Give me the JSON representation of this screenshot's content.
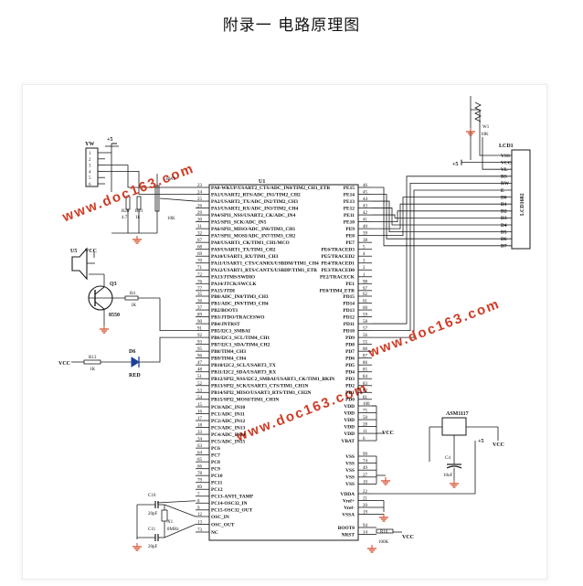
{
  "title": "附录一  电路原理图",
  "watermark": "www.doc163.com",
  "colors": {
    "wire": "#1a1a1a",
    "ground": "#d0421f",
    "diode": "#1b3f9a",
    "watermark": "#cf3b24",
    "led_body": "#1b3f9a"
  },
  "mcu": {
    "ref": "U1",
    "left_pins": [
      {
        "num": "23",
        "name": "PA0-WKUP/USART2_CTS/ADC_IN0/TIM2_CH1_ETR"
      },
      {
        "num": "24",
        "name": "PA1/USART2_RTS/ADC_IN1/TIM2_CH2"
      },
      {
        "num": "25",
        "name": "PA2/USART2_TX/ADC_IN2/TIM2_CH3"
      },
      {
        "num": "26",
        "name": "PA3/USART2_RX/ADC_IN3/TIM2_CH4"
      },
      {
        "num": "29",
        "name": "PA4/SPI1_NSS/USART2_CK/ADC_IN4"
      },
      {
        "num": "30",
        "name": "PA5/SPI1_SCK/ADC_IN5"
      },
      {
        "num": "31",
        "name": "PA6/SPI1_MISO/ADC_IN6/TIM3_CH1"
      },
      {
        "num": "32",
        "name": "PA7/SPI1_MOSI/ADC_IN7/TIM3_CH2"
      },
      {
        "num": "67",
        "name": "PA8/USART1_CK/TIM1_CH1/MCO"
      },
      {
        "num": "68",
        "name": "PA9/USART1_TX/TIM1_CH2"
      },
      {
        "num": "69",
        "name": "PA10/USART1_RX/TIM1_CH3"
      },
      {
        "num": "70",
        "name": "PA11/USART1_CTS/CANRX/USBDM/TIM1_CH4"
      },
      {
        "num": "71",
        "name": "PA12/USART1_RTS/CANTX/USBDP/TIM1_ETR"
      },
      {
        "num": "72",
        "name": "PA13/JTMS/SWDIO"
      },
      {
        "num": "76",
        "name": "PA14/JTCK/SWCLK"
      },
      {
        "num": "77",
        "name": "PA15/JTDI"
      },
      {
        "num": "35",
        "name": "PB0/ADC_IN8/TIM3_CH3"
      },
      {
        "num": "36",
        "name": "PB1/ADC_IN9/TIM3_CH4"
      },
      {
        "num": "37",
        "name": "PB2/BOOT1"
      },
      {
        "num": "89",
        "name": "PB3/JTDO/TRACESWO"
      },
      {
        "num": "90",
        "name": "PB4/JNTRST"
      },
      {
        "num": "91",
        "name": "PB5/I2C1_SMBAI"
      },
      {
        "num": "92",
        "name": "PB6/I2C1_SCL/TIM4_CH1"
      },
      {
        "num": "93",
        "name": "PB7/I2C1_SDA/TIM4_CH2"
      },
      {
        "num": "95",
        "name": "PB8/TIM4_CH3"
      },
      {
        "num": "96",
        "name": "PB9/TIM4_CH4"
      },
      {
        "num": "47",
        "name": "PB10/I2C2_SCL/USART3_TX"
      },
      {
        "num": "48",
        "name": "PB11/I2C2_SDA/USART3_RX"
      },
      {
        "num": "51",
        "name": "PB12/SPI2_NSS/I2C2_SMBAI/USART3_CK/TIM1_BKIN"
      },
      {
        "num": "52",
        "name": "PB13/SPI2_SCK/USART3_CTS/TIM1_CH1N"
      },
      {
        "num": "53",
        "name": "PB14/SPI2_MISO/USART3_RTS/TIM1_CH2N"
      },
      {
        "num": "54",
        "name": "PB15/SPI2_MOSI/TIM1_CH3N"
      },
      {
        "num": "15",
        "name": "PC0/ADC_IN10"
      },
      {
        "num": "16",
        "name": "PC1/ADC_IN11"
      },
      {
        "num": "17",
        "name": "PC2/ADC_IN12"
      },
      {
        "num": "18",
        "name": "PC3/ADC_IN13"
      },
      {
        "num": "33",
        "name": "PC4/ADC_IN14"
      },
      {
        "num": "34",
        "name": "PC5/ADC_IN15"
      },
      {
        "num": "63",
        "name": "PC6"
      },
      {
        "num": "64",
        "name": "PC7"
      },
      {
        "num": "65",
        "name": "PC8"
      },
      {
        "num": "66",
        "name": "PC9"
      },
      {
        "num": "78",
        "name": "PC10"
      },
      {
        "num": "79",
        "name": "PC11"
      },
      {
        "num": "80",
        "name": "PC12"
      },
      {
        "num": "7",
        "name": "PC13-ANTI_TAMP"
      },
      {
        "num": "8",
        "name": "PC14-OSC32_IN"
      },
      {
        "num": "9",
        "name": "PC15-OSC32_OUT"
      },
      {
        "num": "12",
        "name": "OSC_IN"
      },
      {
        "num": "13",
        "name": "OSC_OUT"
      },
      {
        "num": "73",
        "name": "NC"
      }
    ],
    "right_pins": [
      {
        "num": "46",
        "name": "PE15"
      },
      {
        "num": "45",
        "name": "PE14"
      },
      {
        "num": "44",
        "name": "PE13"
      },
      {
        "num": "43",
        "name": "PE12"
      },
      {
        "num": "42",
        "name": "PE11"
      },
      {
        "num": "41",
        "name": "PE10"
      },
      {
        "num": "40",
        "name": "PE9"
      },
      {
        "num": "39",
        "name": "PE8"
      },
      {
        "num": "38",
        "name": "PE7"
      },
      {
        "num": "5",
        "name": "PE6/TRACED3"
      },
      {
        "num": "4",
        "name": "PE5/TRACED2"
      },
      {
        "num": "3",
        "name": "PE4/TRACED1"
      },
      {
        "num": "2",
        "name": "PE3/TRACED0"
      },
      {
        "num": "1",
        "name": "PE2/TRACECK"
      },
      {
        "num": "98",
        "name": "PE1"
      },
      {
        "num": "97",
        "name": "PE0/TIM4_ETR"
      },
      {
        "num": "62",
        "name": "PD15"
      },
      {
        "num": "61",
        "name": "PD14"
      },
      {
        "num": "60",
        "name": "PD13"
      },
      {
        "num": "59",
        "name": "PD12"
      },
      {
        "num": "58",
        "name": "PD11"
      },
      {
        "num": "57",
        "name": "PD10"
      },
      {
        "num": "56",
        "name": "PD9"
      },
      {
        "num": "55",
        "name": "PD8"
      },
      {
        "num": "88",
        "name": "PD7"
      },
      {
        "num": "87",
        "name": "PD6"
      },
      {
        "num": "86",
        "name": "PD5"
      },
      {
        "num": "85",
        "name": "PD4"
      },
      {
        "num": "84",
        "name": "PD3"
      },
      {
        "num": "83",
        "name": "PD2"
      },
      {
        "num": "82",
        "name": "PD1"
      },
      {
        "num": "81",
        "name": "PD0"
      },
      {
        "num": "100",
        "name": "VDD"
      },
      {
        "num": "75",
        "name": "VDD"
      },
      {
        "num": "50",
        "name": "VDD"
      },
      {
        "num": "28",
        "name": "VDD"
      },
      {
        "num": "11",
        "name": "VDD"
      },
      {
        "num": "6",
        "name": "VBAT"
      },
      {
        "num": "99",
        "name": "VSS"
      },
      {
        "num": "74",
        "name": "VSS"
      },
      {
        "num": "49",
        "name": "VSS"
      },
      {
        "num": "27",
        "name": "VSS"
      },
      {
        "num": "10",
        "name": "VSS"
      },
      {
        "num": "22",
        "name": "VDDA"
      },
      {
        "num": "21",
        "name": "Vref+"
      },
      {
        "num": "20",
        "name": "Vref-"
      },
      {
        "num": "19",
        "name": "VSSA"
      },
      {
        "num": "94",
        "name": "BOOT0"
      },
      {
        "num": "14",
        "name": "NRST"
      }
    ]
  },
  "lcd": {
    "ref": "LCD1",
    "part": "LCD1602",
    "pins": [
      "VSS",
      "VCC",
      "VL",
      "RS",
      "RW",
      "E",
      "D0",
      "D1",
      "D2",
      "D3",
      "D4",
      "D5",
      "D6",
      "D7"
    ],
    "vcc_label": "+5",
    "pot_ref": "W1",
    "pot_value": "10K"
  },
  "connector": {
    "ref": "YW",
    "pins": [
      "1",
      "2",
      "3",
      "4",
      "5",
      "6"
    ],
    "supply": "+5"
  },
  "resistors": {
    "r20_ref": "R20",
    "r20_val": "4.7",
    "r21_ref": "R21",
    "r21_val": "1k",
    "rw2_ref": "RW2",
    "rw2_val": "10K",
    "r4_ref": "R4",
    "r4_val": "1K",
    "r13_ref": "R13",
    "r13_val": "1K",
    "r16_ref": "R16",
    "r16_val": "100K"
  },
  "buzzer": {
    "ref": "U5",
    "supply": "VCC"
  },
  "transistor": {
    "ref": "Q3",
    "part": "8550"
  },
  "led": {
    "ref": "D6",
    "label": "RED",
    "supply": "VCC"
  },
  "regulator": {
    "part": "ASM1117",
    "in_label": "+5",
    "out_label": "VCC",
    "cap_ref": "C4",
    "cap_val": "10uF"
  },
  "crystal": {
    "c10_ref": "C10",
    "c10_val": "20pF",
    "c11_ref": "C11",
    "c11_val": "20pF",
    "x_ref": "X1",
    "x_val": "8MHz"
  },
  "power_labels": {
    "vdd_vcc": "VCC",
    "nrst_vcc": "VCC"
  }
}
